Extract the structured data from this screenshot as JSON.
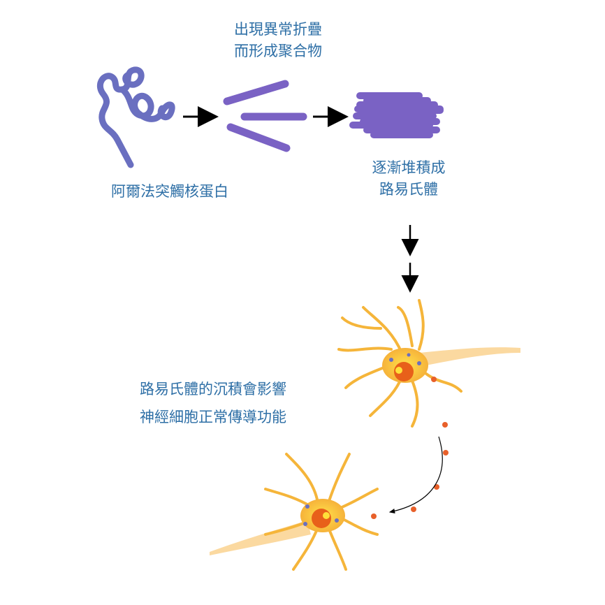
{
  "labels": {
    "misfold_line1": "出現異常折疊",
    "misfold_line2": "而形成聚合物",
    "protein": "阿爾法突觸核蛋白",
    "accumulate_line1": "逐漸堆積成",
    "accumulate_line2": "路易氏體",
    "effect_line1": "路易氏體的沉積會影響",
    "effect_line2": "神經細胞正常傳導功能"
  },
  "colors": {
    "text": "#2e6fa6",
    "protein": "#6a6fc0",
    "neuron": "#f5b53a",
    "nucleus": "#e8601a",
    "signal": "#e8602a"
  }
}
